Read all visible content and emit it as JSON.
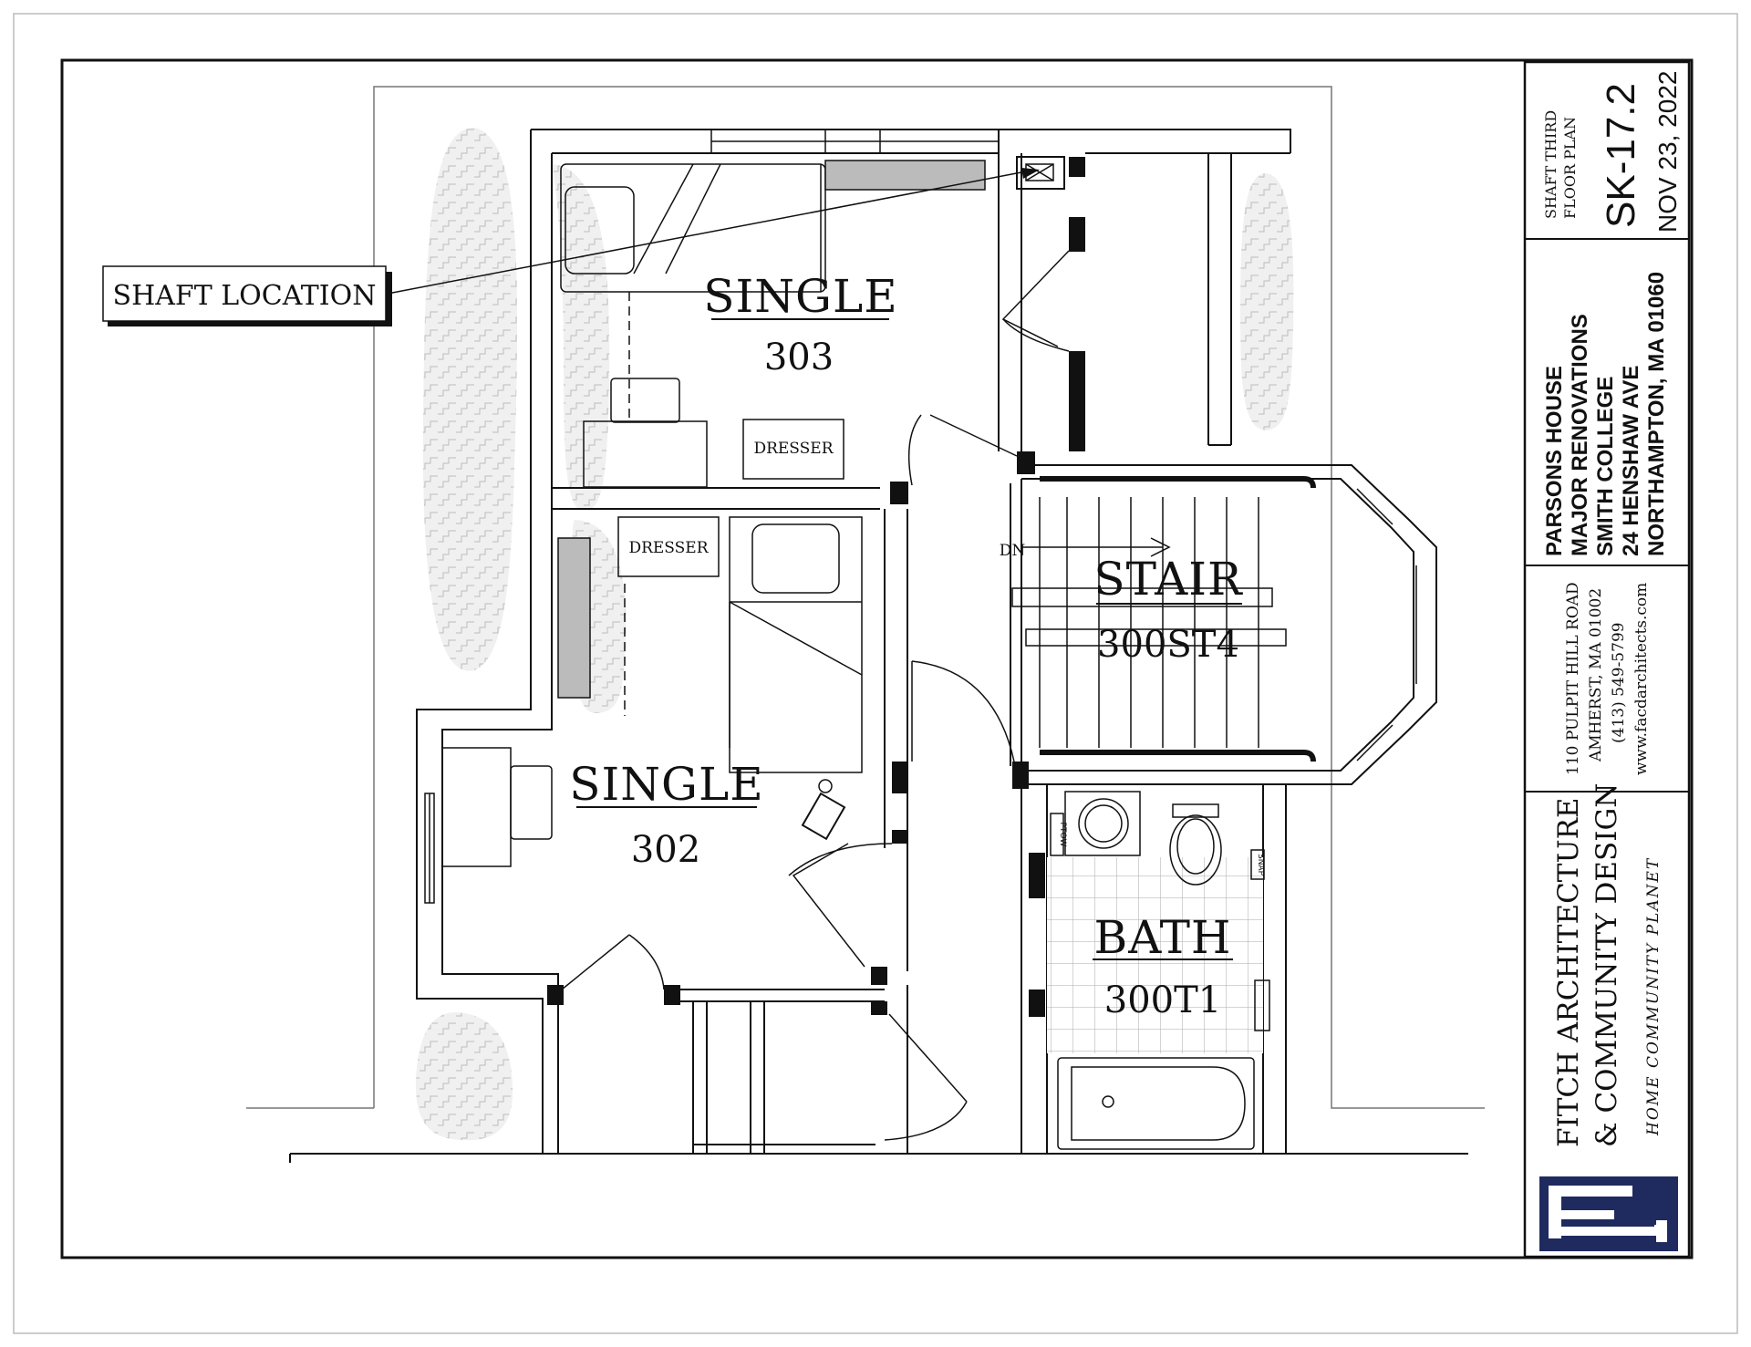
{
  "callout": {
    "shaft_location": "SHAFT LOCATION"
  },
  "rooms": {
    "single_303": {
      "name": "SINGLE",
      "number": "303"
    },
    "single_302": {
      "name": "SINGLE",
      "number": "302"
    },
    "stair": {
      "name": "STAIR",
      "number": "300ST4"
    },
    "bath": {
      "name": "BATH",
      "number": "300T1"
    }
  },
  "fixtures": {
    "dresser_303": "DRESSER",
    "dresser_302": "DRESSER",
    "stair_direction": "DN",
    "ptow": "PTOW",
    "snap": "SNAP"
  },
  "title_block": {
    "sheet_title_line1": "SHAFT THIRD",
    "sheet_title_line2": "FLOOR PLAN",
    "sheet_number": "SK-17.2",
    "date": "NOV 23, 2022",
    "project_lines": [
      "PARSONS HOUSE",
      "MAJOR RENOVATIONS",
      "SMITH COLLEGE",
      "24 HENSHAW AVE",
      "NORTHAMPTON, MA 01060"
    ],
    "office_lines": [
      "110 PULPIT HILL ROAD",
      "AMHERST, MA 01002",
      "(413) 549-5799",
      "www.facdarchitects.com"
    ],
    "firm_line1": "FITCH ARCHITECTURE",
    "firm_line2": "& COMMUNITY DESIGN",
    "tagline": "HOME  COMMUNITY  PLANET"
  },
  "colors": {
    "logo_bg": "#1f2a5e",
    "logo_fg": "#ffffff",
    "line": "#111111"
  }
}
